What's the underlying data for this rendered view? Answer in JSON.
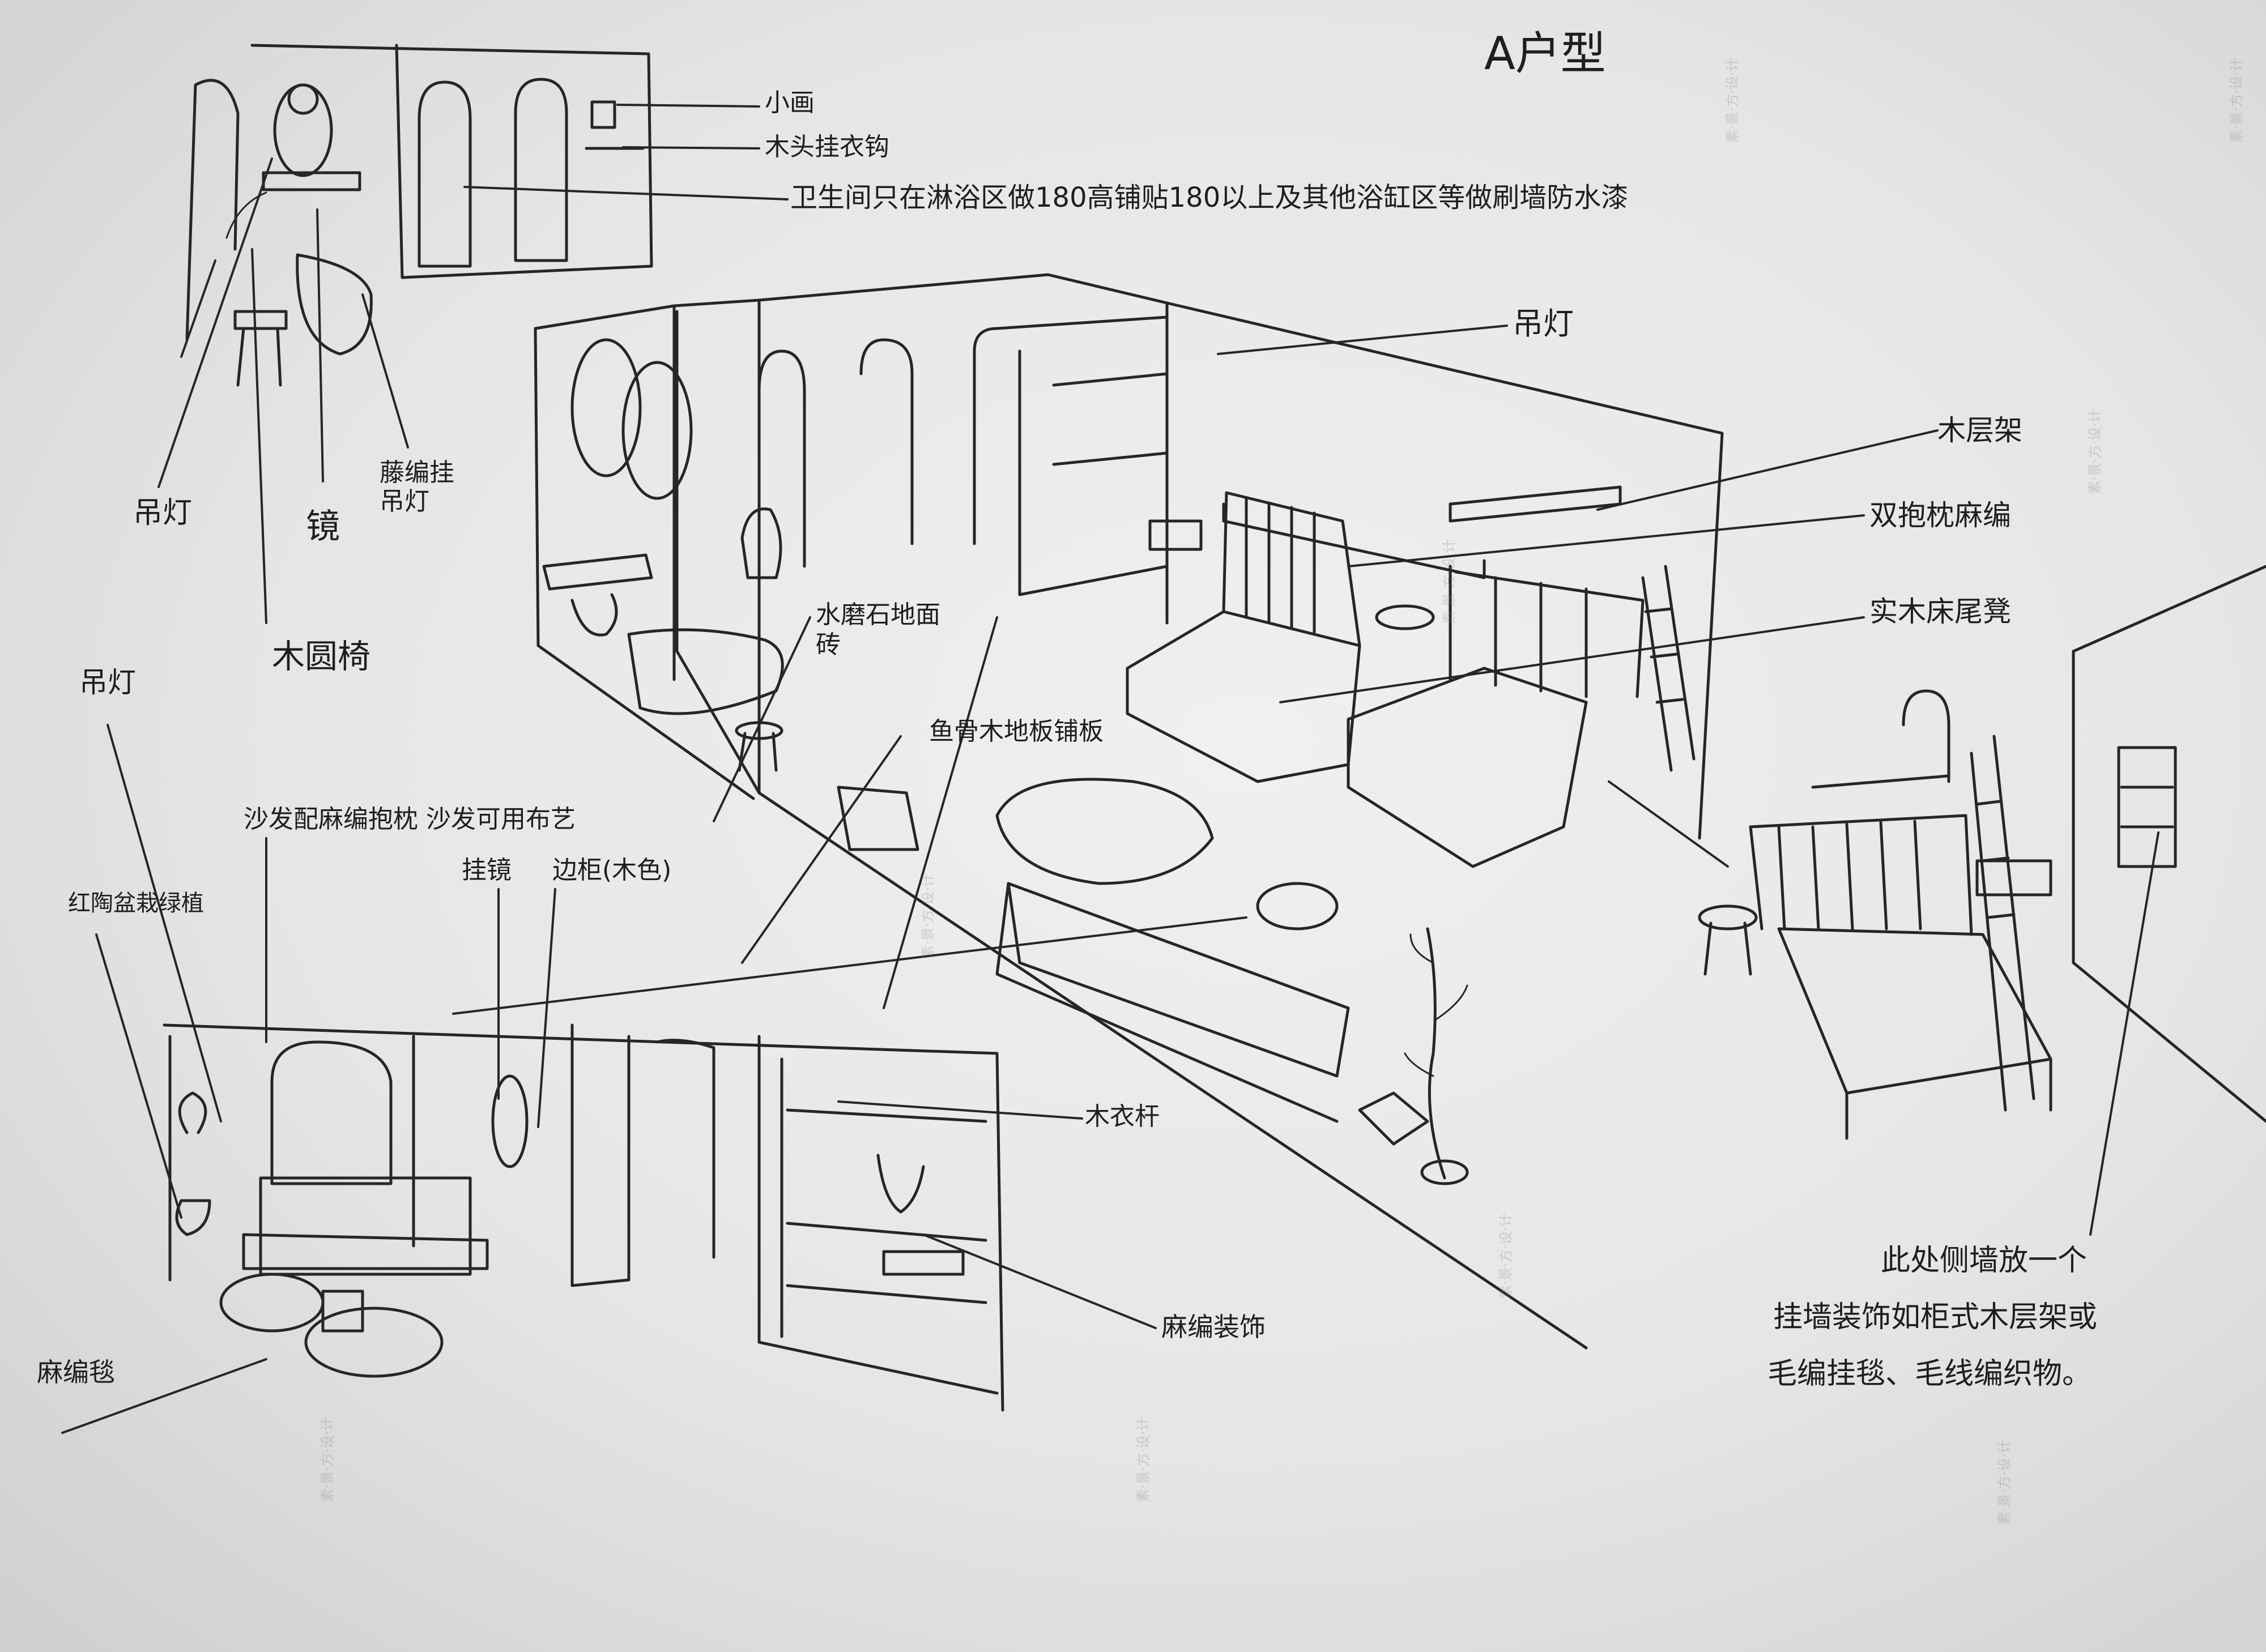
{
  "title": "A户型",
  "annotations": {
    "bath_picture": "小画",
    "bath_shelf": "木头挂衣钩",
    "bath_note": "卫生间只在淋浴区做180高铺贴180以上及其他浴缸区等做刷墙防水漆",
    "bath_pendant": "吊灯",
    "bath_mirror": "镜",
    "bath_rattan_lamp": "藤编挂吊灯",
    "bath_stool": "木圆椅",
    "bed_pendant": "吊灯",
    "bed_shelf": "木层架",
    "bed_pillow": "双抱枕麻编",
    "bed_bench": "实木床尾凳",
    "terrazzo": "水磨石地面砖",
    "wood_floor": "鱼骨木地板铺板",
    "sofa_note": "沙发配麻编抱枕 沙发可用布艺",
    "living_pendant": "吊灯",
    "vase": "红陶盆栽绿植",
    "wall_mirror": "挂镜",
    "side_cabinet": "边柜(木色)",
    "clothes_rod": "木衣杆",
    "rattan_decor": "麻编装饰",
    "rattan_rug": "麻编毯",
    "wall_note_1": "此处侧墙放一个",
    "wall_note_2": "挂墙装饰如柜式木层架或",
    "wall_note_3": "毛编挂毯、毛线编织物。"
  },
  "watermark": "素·景·方·设·计"
}
